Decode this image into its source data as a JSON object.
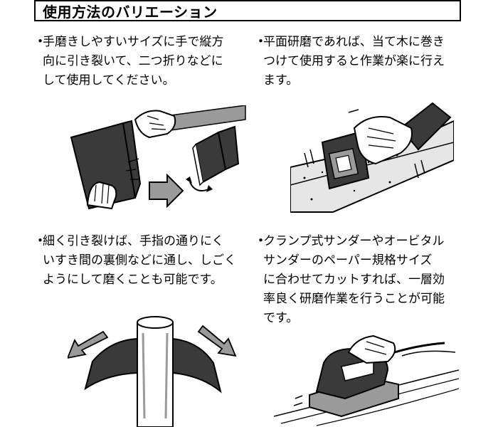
{
  "header": {
    "title": "使用方法のバリエーション"
  },
  "bullet_marker": "・",
  "items": [
    {
      "lines": [
        "手磨きしやすいサイズに手で縦方",
        "向に引き裂いて、二つ折りなどに",
        "して使用してください。"
      ]
    },
    {
      "lines": [
        "平面研磨であれば、当て木に巻き",
        "つけて使用すると作業が楽に行え",
        "ます。"
      ]
    },
    {
      "lines": [
        "細く引き裂けば、手指の通りにく",
        "いすき間の裏側などに通し、しごく",
        "ようにして磨くことも可能です。"
      ]
    },
    {
      "lines": [
        "クランプ式サンダーやオービタル",
        "サンダーのペーパー規格サイズ",
        "に合わせてカットすれば、一層効",
        "率良く研磨作業を行うことが可能",
        "です。"
      ]
    }
  ],
  "colors": {
    "ink": "#000000",
    "paper": "#ffffff",
    "sheet": "#3a3a3a",
    "shade": "#9a9a9a",
    "light": "#e6e6e6"
  }
}
